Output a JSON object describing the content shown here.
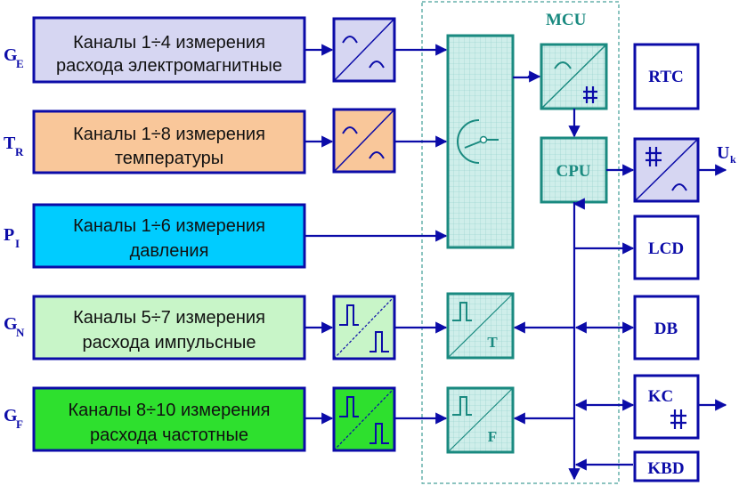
{
  "colors": {
    "blue": "#0b0ba8",
    "teal": "#1a8a80",
    "flow_fill": "#d6d6f2",
    "temp_fill": "#f9c79a",
    "press_fill": "#00ccff",
    "imp_fill": "#c8f5c8",
    "freq_fill": "#2ee02e"
  },
  "inputs": [
    {
      "sym": "G",
      "sub": "E",
      "line1": "Каналы 1÷4 измерения",
      "line2": "расхода электромагнитные"
    },
    {
      "sym": "T",
      "sub": "R",
      "line1": "Каналы 1÷8 измерения",
      "line2": "температуры"
    },
    {
      "sym": "P",
      "sub": "I",
      "line1": "Каналы 1÷6 измерения",
      "line2": "давления"
    },
    {
      "sym": "G",
      "sub": "N",
      "line1": "Каналы 5÷7 измерения",
      "line2": "расхода импульсные"
    },
    {
      "sym": "G",
      "sub": "F",
      "line1": "Каналы 8÷10 измерения",
      "line2": "расхода частотные"
    }
  ],
  "mcu": {
    "title": "MCU",
    "cpu": "CPU",
    "timer_letter": "T",
    "freq_letter": "F"
  },
  "peripherals": {
    "rtc": "RTC",
    "lcd": "LCD",
    "db": "DB",
    "kc": "KC",
    "kbd": "KBD"
  },
  "output": {
    "sym": "U",
    "sub": "k"
  }
}
